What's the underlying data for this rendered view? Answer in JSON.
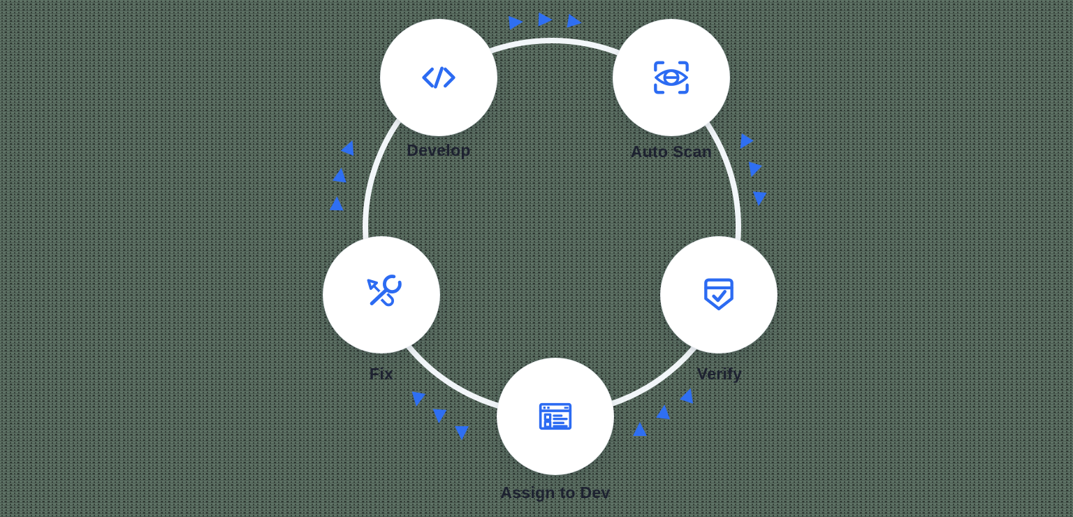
{
  "diagram": {
    "type": "cycle",
    "accent_color": "#2c6bf2",
    "arrow_color": "#2f6ff2",
    "ring_color": "#f2f6f9",
    "node_fill": "#ffffff",
    "label_color": "#1e2231",
    "steps": [
      {
        "label": "Develop",
        "icon": "code-icon"
      },
      {
        "label": "Auto Scan",
        "icon": "eye-scan-icon"
      },
      {
        "label": "Verify",
        "icon": "badge-check-icon"
      },
      {
        "label": "Assign to Dev",
        "icon": "task-window-icon"
      },
      {
        "label": "Fix",
        "icon": "tools-icon"
      }
    ]
  }
}
